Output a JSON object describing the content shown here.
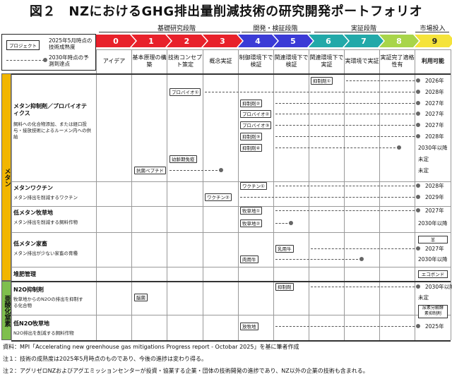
{
  "title": "図２　NZにおけるGHG排出量削減技術の研究開発ポートフォリオ",
  "phases": [
    "基礎研究段階",
    "開発・検証段階",
    "実証段階",
    "市場投入"
  ],
  "legend": {
    "project_chip": "プロジェクト",
    "maturity": "2025年5月時点の技術成熟度",
    "forecast": "2030年時点の予測到達点"
  },
  "colors": {
    "level0": "#e8212b",
    "level1": "#e8212b",
    "level2": "#e8212b",
    "level3": "#e8212b",
    "level4": "#3b3bd6",
    "level5": "#3b3bd6",
    "level6": "#22a9a9",
    "level7": "#22a9a9",
    "level8": "#a8d54a",
    "level9": "#f5e33a",
    "methane_band": "#f2b600",
    "n2o_band": "#7fbf4d"
  },
  "levels": [
    "0",
    "1",
    "2",
    "3",
    "4",
    "5",
    "6",
    "7",
    "8",
    "9"
  ],
  "col_headers": [
    "アイデア",
    "基本原理の構築",
    "技術コンセプト策定",
    "概念実証",
    "制御環境下で検証",
    "関連環境下で検証",
    "関連環境下で実証",
    "実環境で実証",
    "実証完了適格性有",
    "利用可能"
  ],
  "categories": {
    "methane": "メタン",
    "n2o": "亜酸化窒素"
  },
  "rows": {
    "r1_name": "メタン抑制剤／プロバイオティクス",
    "r1_desc": "飼料への化合物添加、または経口投与・接放技術によるルーメン内への供給",
    "r2_name": "メタンワクチン",
    "r2_desc": "メタン排出を削減するワクチン",
    "r3_name": "低メタン牧草地",
    "r3_desc": "メタン排出を削減する飼料作物",
    "r4_name": "低メタン家畜",
    "r4_desc": "メタン排出が少ない家畜の育種",
    "r5_name": "堆肥管理",
    "r6_name": "N2O抑制剤",
    "r6_desc": "牧草地からのN2Oの排出を抑制する化合物",
    "r7_name": "低N2O牧草地",
    "r7_desc": "N2O排出を削減する飼料作物"
  },
  "projects": {
    "p1": "抑制剤①",
    "p2": "プロバイオ①",
    "p3": "抑制剤②",
    "p4": "プロバイオ②",
    "p5": "プロバイオ③",
    "p6": "抑制剤③",
    "p7": "抑制剤④",
    "p8": "幼齢期免疫",
    "p9": "抗菌ペプチド",
    "p10": "ワクチン①",
    "p11": "ワクチン②",
    "p12": "牧草地①",
    "p13": "牧草地②",
    "p14": "乳用牛",
    "p15": "肉用牛",
    "p16": "抑制剤",
    "p17": "脳菌",
    "p18": "放牧地"
  },
  "years": {
    "y1": "2026年",
    "y2": "2028年",
    "y3": "2027年",
    "y4": "2027年",
    "y5": "2027年",
    "y6": "2028年",
    "y7": "2030年以降",
    "y8": "未定",
    "y9": "未定",
    "y10": "2028年",
    "y11": "2029年",
    "y12": "2027年",
    "y13": "2030年以降",
    "y14": "羊",
    "y15": "2027年",
    "y16": "2030年以降",
    "y17": "エコボンド",
    "y18": "2030年以降",
    "y19": "未定",
    "y20": "尿素分解酵素抑制剤",
    "y21": "2025年"
  },
  "notes": {
    "source": "資料：MPI「Accelerating new greenhouse gas mitigations Progress report - Octobar 2025」を基に筆者作成",
    "n1": "注１：技術の成熟度は2025年5月時点のものであり、今後の進捗は変わり得る。",
    "n2": "注２：アグリゼロNZおよびアグエミッションセンターが投資・協業する企業・団体の技術開発の進捗であり、NZ以外の企業の技術も含まれる。"
  }
}
